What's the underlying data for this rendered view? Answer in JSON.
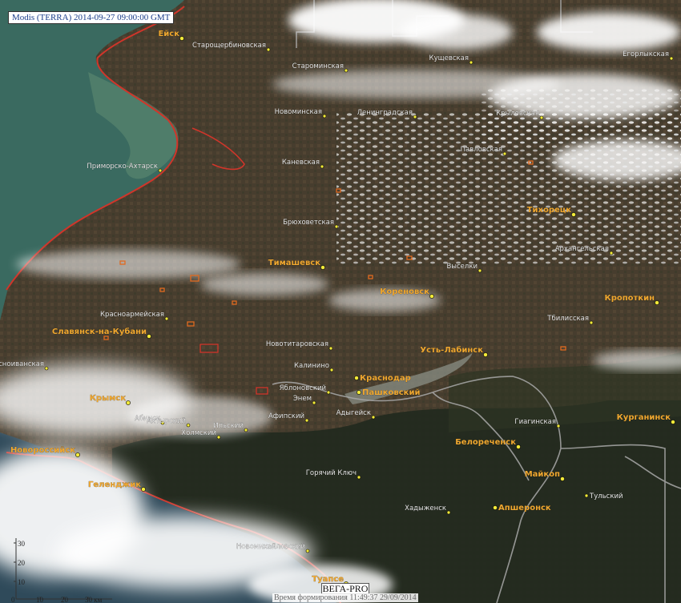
{
  "header": {
    "text": "Modis (TERRA) 2014-09-27 09:00:00 GMT"
  },
  "footer": {
    "brand": "ВЕГА-PRO",
    "formed": "Время формирования 11:49:37 29/09/2014"
  },
  "scale": {
    "y_ticks": [
      "30",
      "20",
      "10"
    ],
    "x_ticks": [
      "0",
      "10",
      "20",
      "30 км"
    ]
  },
  "colors": {
    "land": "#463d2f",
    "sea": "#3a6a60",
    "coast": "#d0352a",
    "fire": "#e06a20",
    "settlement": "#f2ea3a",
    "label_major": "#f0a830",
    "label_minor": "#e8e8e8"
  },
  "cities": [
    {
      "name": "Ейск",
      "major": true
    },
    {
      "name": "Старощербиновская",
      "major": false
    },
    {
      "name": "Староминская",
      "major": false
    },
    {
      "name": "Кущевская",
      "major": false
    },
    {
      "name": "Егорлыкская",
      "major": false
    },
    {
      "name": "Новоминская",
      "major": false
    },
    {
      "name": "Ленинградская",
      "major": false
    },
    {
      "name": "Крыловская",
      "major": false
    },
    {
      "name": "Павловская",
      "major": false
    },
    {
      "name": "Приморско-Ахтарск",
      "major": false
    },
    {
      "name": "Каневская",
      "major": false
    },
    {
      "name": "Тихорецк",
      "major": true
    },
    {
      "name": "Брюховетская",
      "major": false
    },
    {
      "name": "Архангельская",
      "major": false
    },
    {
      "name": "Тимашевск",
      "major": true
    },
    {
      "name": "Выселки",
      "major": false
    },
    {
      "name": "Кореновск",
      "major": true
    },
    {
      "name": "Кропоткин",
      "major": true
    },
    {
      "name": "Красноармейская",
      "major": false
    },
    {
      "name": "Тбилисская",
      "major": false
    },
    {
      "name": "Славянск-на-Кубани",
      "major": true
    },
    {
      "name": "Новотитаровская",
      "major": false
    },
    {
      "name": "Усть-Лабинск",
      "major": true
    },
    {
      "name": "Калинино",
      "major": false
    },
    {
      "name": "Красноиванская",
      "major": false
    },
    {
      "name": "Краснодар",
      "major": true
    },
    {
      "name": "Яблоновский",
      "major": false
    },
    {
      "name": "Пашковский",
      "major": true
    },
    {
      "name": "Крымск",
      "major": true
    },
    {
      "name": "Энем",
      "major": false
    },
    {
      "name": "Адыгейск",
      "major": false
    },
    {
      "name": "Абинск",
      "major": false
    },
    {
      "name": "Ахтырский",
      "major": false
    },
    {
      "name": "Ильский",
      "major": false
    },
    {
      "name": "Афипский",
      "major": false
    },
    {
      "name": "Холмский",
      "major": false
    },
    {
      "name": "Гиагинская",
      "major": false
    },
    {
      "name": "Курганинск",
      "major": true
    },
    {
      "name": "Белореченск",
      "major": true
    },
    {
      "name": "Новороссийск",
      "major": true
    },
    {
      "name": "Горячий Ключ",
      "major": false
    },
    {
      "name": "Геленджик",
      "major": true
    },
    {
      "name": "Майкоп",
      "major": true
    },
    {
      "name": "Тульский",
      "major": false
    },
    {
      "name": "Хадыженск",
      "major": false
    },
    {
      "name": "Апшеронск",
      "major": true
    },
    {
      "name": "Новомихайловский",
      "major": false
    },
    {
      "name": "Туапсе",
      "major": true
    }
  ]
}
